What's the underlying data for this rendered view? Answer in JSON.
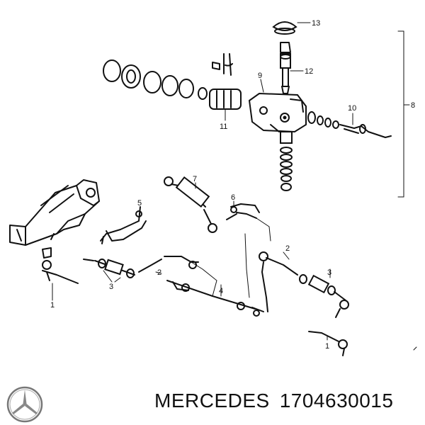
{
  "callouts": {
    "c13": "13",
    "c12": "12",
    "c9": "9",
    "c11": "11",
    "c10": "10",
    "c8": "8",
    "c7": "7",
    "c6": "6",
    "c5": "5",
    "c2a": "2",
    "c2b": "2",
    "c3a": "3",
    "c3b": "3",
    "c4": "4",
    "c1a": "1",
    "c1b": "1"
  },
  "footer": {
    "brand": "MERCEDES",
    "part_number": "1704630015",
    "logo_icon": "mercedes-star-icon"
  }
}
